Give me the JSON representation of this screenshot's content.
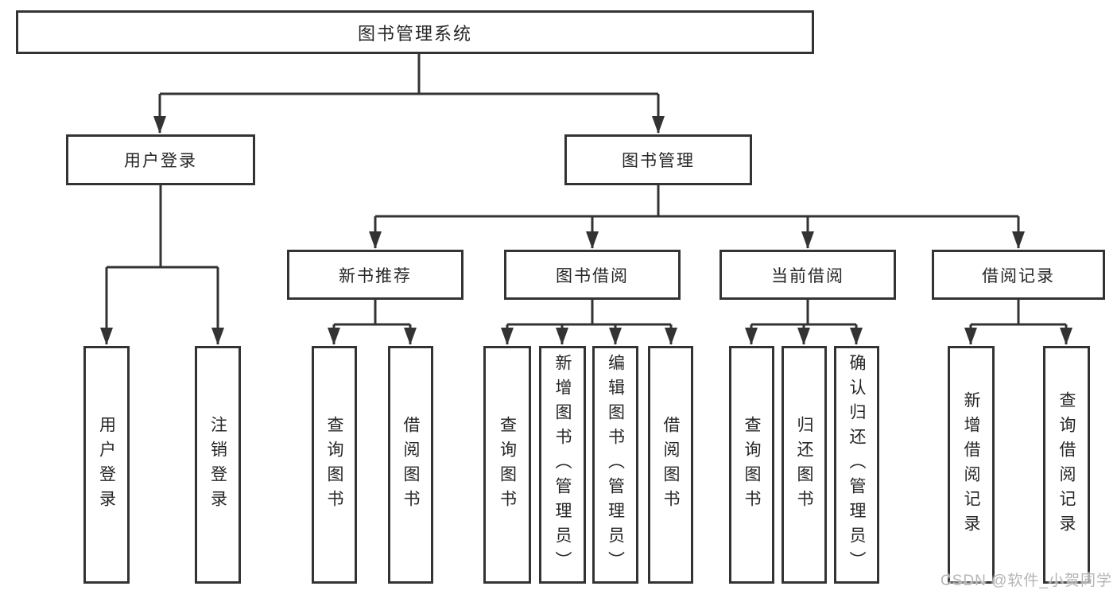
{
  "colors": {
    "line": "#333333",
    "box_border": "#333333",
    "text": "#262626",
    "watermark": "#b5b5b5",
    "background": "#ffffff"
  },
  "tree": {
    "root": {
      "label": "图书管理系统",
      "children": [
        {
          "label": "用户登录",
          "children": [
            {
              "label": "用户登录"
            },
            {
              "label": "注销登录"
            }
          ]
        },
        {
          "label": "图书管理",
          "children": [
            {
              "label": "新书推荐",
              "children": [
                {
                  "label": "查询图书"
                },
                {
                  "label": "借阅图书"
                }
              ]
            },
            {
              "label": "图书借阅",
              "children": [
                {
                  "label": "查询图书"
                },
                {
                  "label": "新增图书（管理员）"
                },
                {
                  "label": "编辑图书（管理员）"
                },
                {
                  "label": "借阅图书"
                }
              ]
            },
            {
              "label": "当前借阅",
              "children": [
                {
                  "label": "查询图书"
                },
                {
                  "label": "归还图书"
                },
                {
                  "label": "确认归还（管理员）"
                }
              ]
            },
            {
              "label": "借阅记录",
              "children": [
                {
                  "label": "新增借阅记录"
                },
                {
                  "label": "查询借阅记录"
                }
              ]
            }
          ]
        }
      ]
    }
  },
  "watermark": {
    "text": "CSDN @软件_小贺同学"
  }
}
